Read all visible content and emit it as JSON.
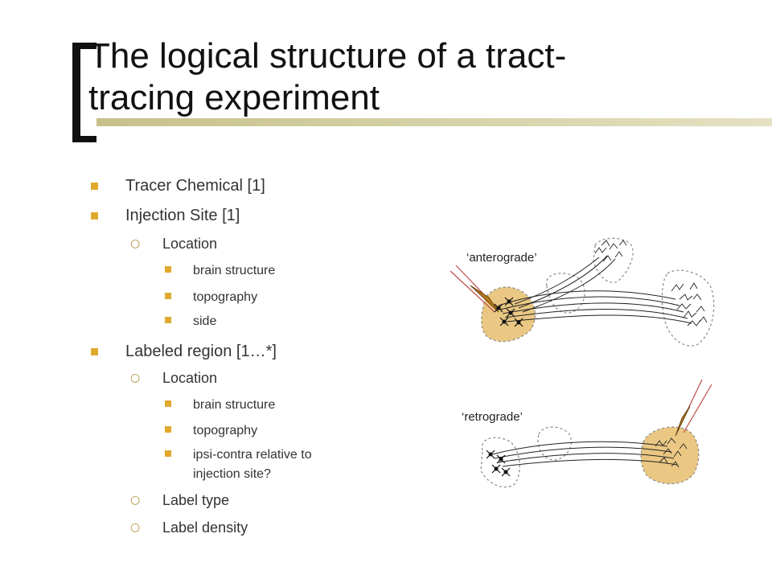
{
  "slide": {
    "title_line1": "The logical structure of a tract-",
    "title_line2": "tracing experiment"
  },
  "outline": {
    "tracer": "Tracer Chemical [1]",
    "injection": "Injection Site [1]",
    "injection_location": "Location",
    "injection_brain_structure": "brain structure",
    "injection_topography": "topography",
    "injection_side": "side",
    "labeled": "Labeled region [1…*]",
    "labeled_location": "Location",
    "labeled_brain_structure": "brain structure",
    "labeled_topography": "topography",
    "labeled_ipsi_1": "ipsi-contra relative to",
    "labeled_ipsi_2": "injection site?",
    "label_type": "Label type",
    "label_density": "Label density"
  },
  "diagram": {
    "anterograde_label": "‘anterograde’",
    "retrograde_label": "‘retrograde’"
  },
  "colors": {
    "bullet": "#e0a92e",
    "injection_fill": "#eac883",
    "pipette": "#c24a4a",
    "title_bar": "#c6c18b"
  }
}
